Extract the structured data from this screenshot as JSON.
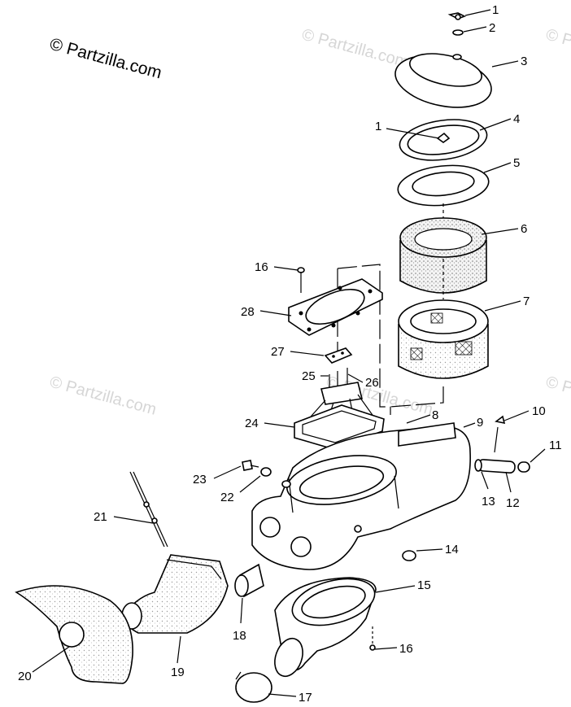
{
  "watermark": {
    "copyright": "© Partzilla.com",
    "faint": "© Partzilla.com"
  },
  "callouts": [
    {
      "id": "c1a",
      "text": "1"
    },
    {
      "id": "c2",
      "text": "2"
    },
    {
      "id": "c3",
      "text": "3"
    },
    {
      "id": "c1b",
      "text": "1"
    },
    {
      "id": "c4",
      "text": "4"
    },
    {
      "id": "c5",
      "text": "5"
    },
    {
      "id": "c6",
      "text": "6"
    },
    {
      "id": "c7",
      "text": "7"
    },
    {
      "id": "c16a",
      "text": "16"
    },
    {
      "id": "c28",
      "text": "28"
    },
    {
      "id": "c27",
      "text": "27"
    },
    {
      "id": "c25",
      "text": "25"
    },
    {
      "id": "c26",
      "text": "26"
    },
    {
      "id": "c24",
      "text": "24"
    },
    {
      "id": "c8",
      "text": "8"
    },
    {
      "id": "c9",
      "text": "9"
    },
    {
      "id": "c10",
      "text": "10"
    },
    {
      "id": "c11",
      "text": "11"
    },
    {
      "id": "c13",
      "text": "13"
    },
    {
      "id": "c12",
      "text": "12"
    },
    {
      "id": "c23",
      "text": "23"
    },
    {
      "id": "c22",
      "text": "22"
    },
    {
      "id": "c21",
      "text": "21"
    },
    {
      "id": "c14",
      "text": "14"
    },
    {
      "id": "c15",
      "text": "15"
    },
    {
      "id": "c18",
      "text": "18"
    },
    {
      "id": "c19",
      "text": "19"
    },
    {
      "id": "c20",
      "text": "20"
    },
    {
      "id": "c16b",
      "text": "16"
    },
    {
      "id": "c17",
      "text": "17"
    }
  ]
}
